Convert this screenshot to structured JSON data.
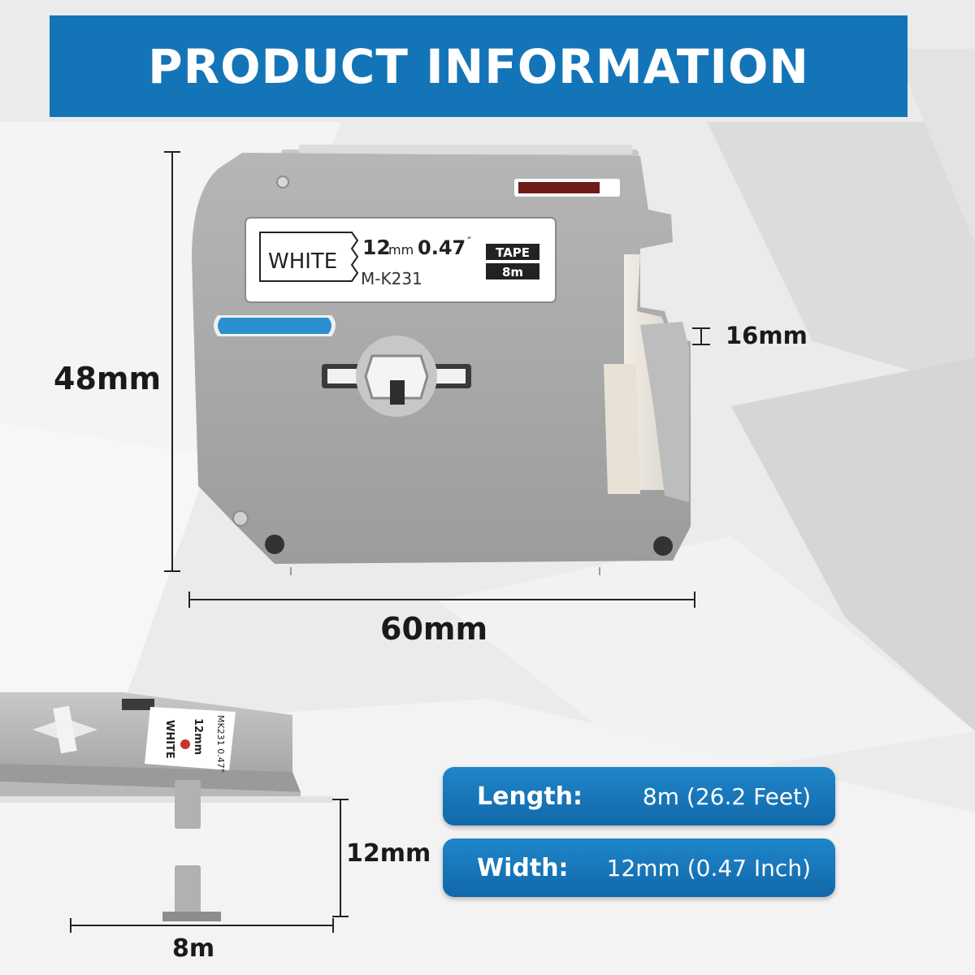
{
  "banner": {
    "title": "PRODUCT INFORMATION"
  },
  "cartridge": {
    "color_name": "WHITE",
    "size_text": "12mm 0.47\"",
    "size_value": "12",
    "size_unit": "mm",
    "size_inch": "0.47",
    "model": "M-K231",
    "tape_badge": "TAPE",
    "length_badge": "8m",
    "side_label_line1": "WHITE",
    "side_label_line2": "12mm",
    "side_label_line3": "MK231 0.47\""
  },
  "dimensions": {
    "height": "48mm",
    "width": "60mm",
    "thickness": "16mm",
    "tape_width": "12mm",
    "tape_length": "8m"
  },
  "specs": [
    {
      "key": "Length:",
      "value": "8m (26.2 Feet)"
    },
    {
      "key": "Width:",
      "value": "12mm (0.47 Inch)"
    }
  ],
  "colors": {
    "banner": "#1375b7",
    "pill": "#1a78bd",
    "cartridge_body": "#a9a9a9",
    "window_blue": "#2a8fd0",
    "window_red": "#6e1b1b"
  }
}
